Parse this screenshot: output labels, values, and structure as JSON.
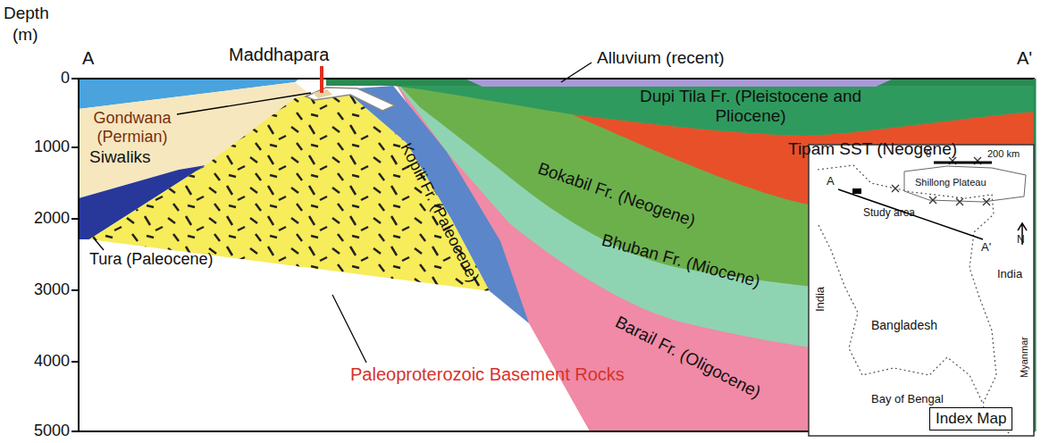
{
  "diagram": {
    "nodes": [
      {
        "text": [
          "Dupi Tila Fr. (Pleistocene and Pliocene)"
        ]
      },
      {
        "text": [
          "Tipam SST (Neogene)"
        ]
      },
      {
        "text": [
          "Bokabil Fr. (Neogene)"
        ]
      },
      {
        "text": [
          "Bhuban Fr. (Miocene)"
        ]
      },
      {
        "text": [
          "Barail Fr. (Oligocene)"
        ]
      },
      {
        "text": [
          "Kopili Fr. (Paleocene)"
        ]
      },
      {
        "text": [
          "Siwaliks"
        ]
      },
      {
        "text": [
          "Index Map"
        ]
      }
    ],
    "labels": [
      "Depth",
      "(m)",
      "A",
      "Maddhapara",
      "Alluvium (recent)",
      "A'",
      "0",
      "1000",
      "2000",
      "3000",
      "4000",
      "5000",
      "Gondwana (Permian)",
      "Tura (Paleocene)",
      "Paleoproterozoic Basement Rocks",
      "A",
      "Shillong Plateau",
      "Study area",
      "India",
      "Bangladesh",
      "India",
      "Bay of Bengal",
      "Myanmar",
      "N",
      "0",
      "200 km",
      "A'"
    ]
  }
}
